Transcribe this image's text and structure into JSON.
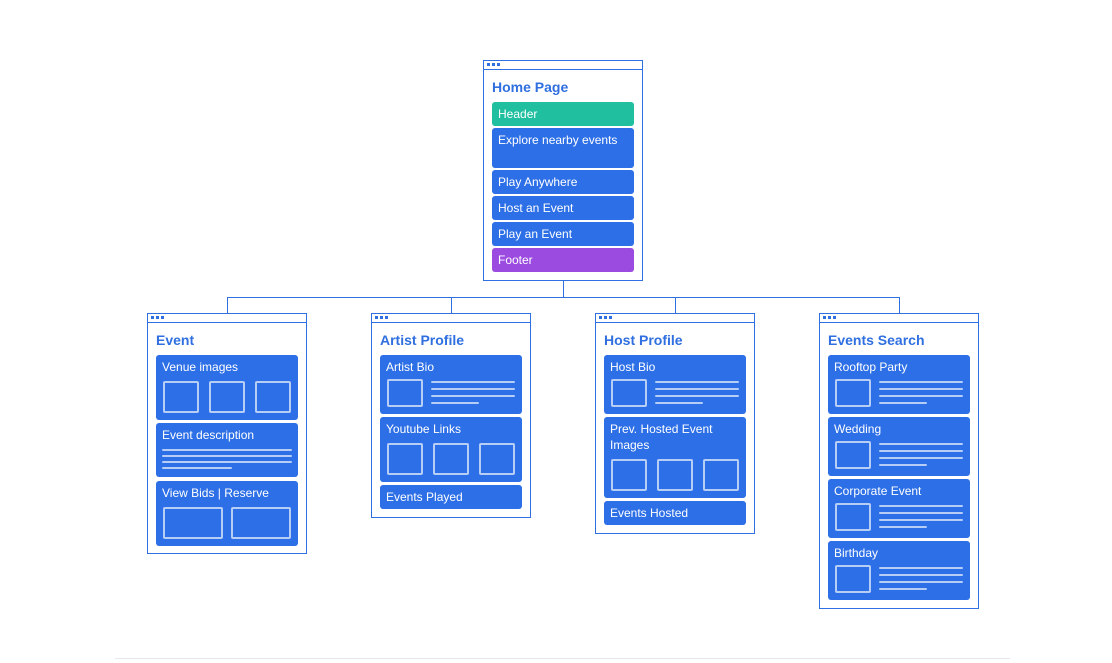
{
  "home": {
    "title": "Home Page",
    "items": {
      "header": "Header",
      "explore": "Explore nearby events",
      "play_anywhere": "Play Anywhere",
      "host": "Host an Event",
      "play": "Play an Event",
      "footer": "Footer"
    }
  },
  "event": {
    "title": "Event",
    "venue_images": "Venue images",
    "event_description": "Event description",
    "view_bids": "View Bids | Reserve"
  },
  "artist": {
    "title": "Artist Profile",
    "artist_bio": "Artist Bio",
    "youtube_links": "Youtube Links",
    "events_played": "Events Played"
  },
  "host": {
    "title": "Host Profile",
    "host_bio": "Host Bio",
    "prev_hosted": "Prev. Hosted Event Images",
    "events_hosted": "Events Hosted"
  },
  "search": {
    "title": "Events Search",
    "rooftop": "Rooftop Party",
    "wedding": "Wedding",
    "corporate": "Corporate Event",
    "birthday": "Birthday"
  },
  "colors": {
    "frame": "#2f6fe0",
    "block": "#2d6fe6",
    "header": "#1fbf9f",
    "footer": "#9b4be0",
    "placeholder": "#b6cdf6"
  }
}
